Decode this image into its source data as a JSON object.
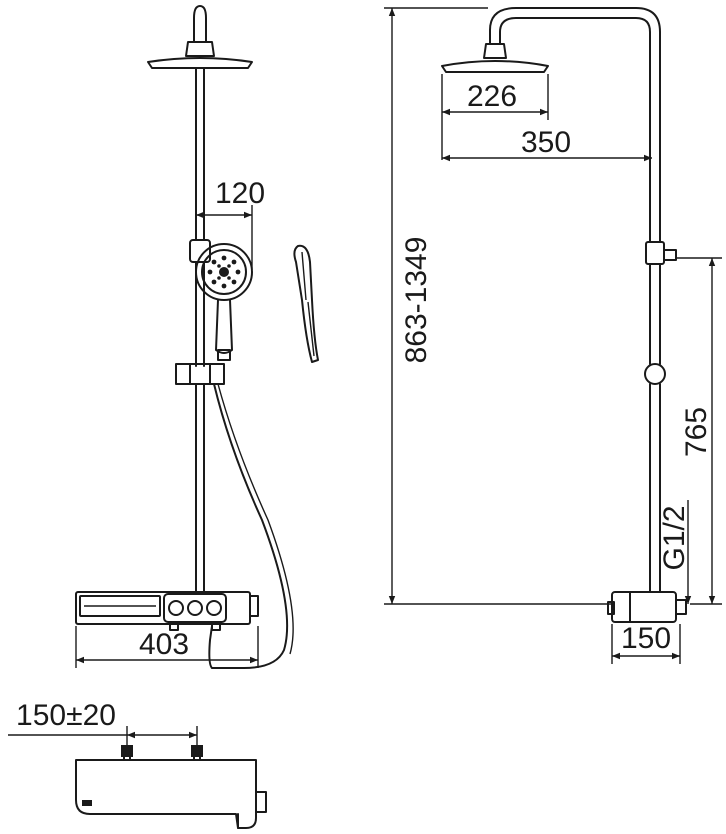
{
  "labels": {
    "handshower_offset": "120",
    "front_width": "403",
    "inlet_spacing": "150±20",
    "head_diameter": "226",
    "arm_reach": "350",
    "height_range": "863-1349",
    "rail_height": "765",
    "thread": "G1/2",
    "depth": "150"
  }
}
